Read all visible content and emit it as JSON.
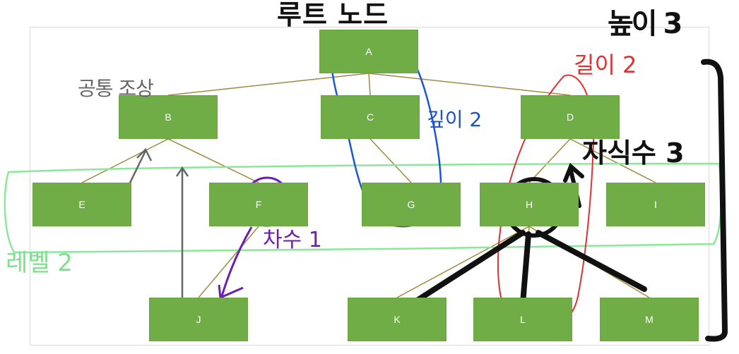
{
  "tree": {
    "nodes": [
      {
        "id": "A",
        "label": "A",
        "level": 0
      },
      {
        "id": "B",
        "label": "B",
        "level": 1
      },
      {
        "id": "C",
        "label": "C",
        "level": 1
      },
      {
        "id": "D",
        "label": "D",
        "level": 1
      },
      {
        "id": "E",
        "label": "E",
        "level": 2
      },
      {
        "id": "F",
        "label": "F",
        "level": 2
      },
      {
        "id": "G",
        "label": "G",
        "level": 2
      },
      {
        "id": "H",
        "label": "H",
        "level": 2
      },
      {
        "id": "I",
        "label": "I",
        "level": 2
      },
      {
        "id": "J",
        "label": "J",
        "level": 3
      },
      {
        "id": "K",
        "label": "K",
        "level": 3
      },
      {
        "id": "L",
        "label": "L",
        "level": 3
      },
      {
        "id": "M",
        "label": "M",
        "level": 3
      }
    ],
    "edges": [
      [
        "A",
        "B"
      ],
      [
        "A",
        "C"
      ],
      [
        "A",
        "D"
      ],
      [
        "B",
        "E"
      ],
      [
        "B",
        "F"
      ],
      [
        "C",
        "G"
      ],
      [
        "D",
        "H"
      ],
      [
        "D",
        "I"
      ],
      [
        "F",
        "J"
      ],
      [
        "H",
        "K"
      ],
      [
        "H",
        "L"
      ],
      [
        "H",
        "M"
      ]
    ],
    "node_color": "#70ad47",
    "edge_color": "#a08a40"
  },
  "annotations": {
    "root": "루트 노드",
    "height": "높이 3",
    "length": "길이 2",
    "depth": "깊이 2",
    "children_count": "자식수 3",
    "ancestor": "공통 조상",
    "level": "레벨 2",
    "degree": "차수 1"
  },
  "colors": {
    "root": "#111111",
    "length": "#e03030",
    "depth": "#1a4fd0",
    "level": "#7ee08e",
    "degree": "#6a1fb0",
    "ancestor": "#666666",
    "ink": "#111111"
  }
}
